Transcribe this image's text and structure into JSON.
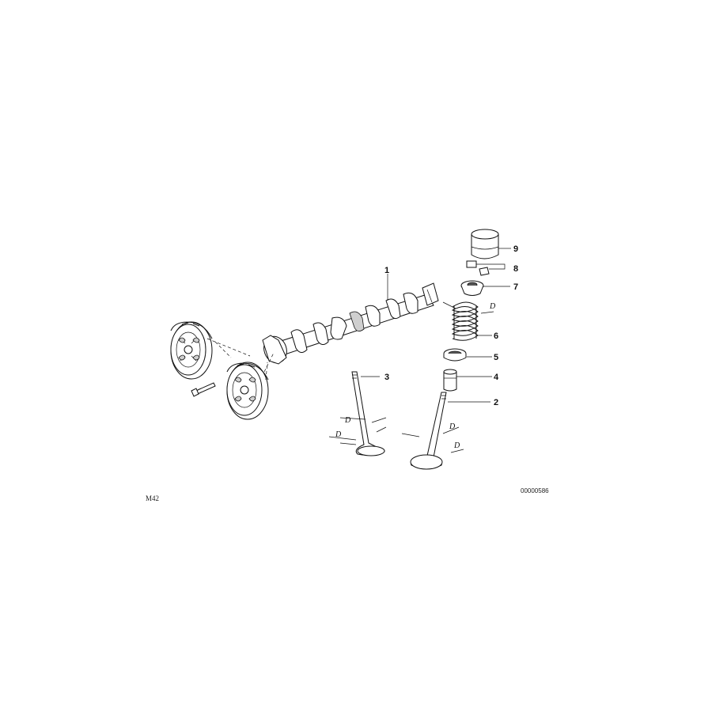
{
  "diagram": {
    "model_code": "M42",
    "image_number": "00000586",
    "callouts": [
      {
        "id": "1",
        "label": "1"
      },
      {
        "id": "2",
        "label": "2"
      },
      {
        "id": "3",
        "label": "3"
      },
      {
        "id": "4",
        "label": "4"
      },
      {
        "id": "5",
        "label": "5"
      },
      {
        "id": "6",
        "label": "6"
      },
      {
        "id": "7",
        "label": "7"
      },
      {
        "id": "8",
        "label": "8"
      },
      {
        "id": "9",
        "label": "9"
      }
    ],
    "dimension_label": "D"
  }
}
